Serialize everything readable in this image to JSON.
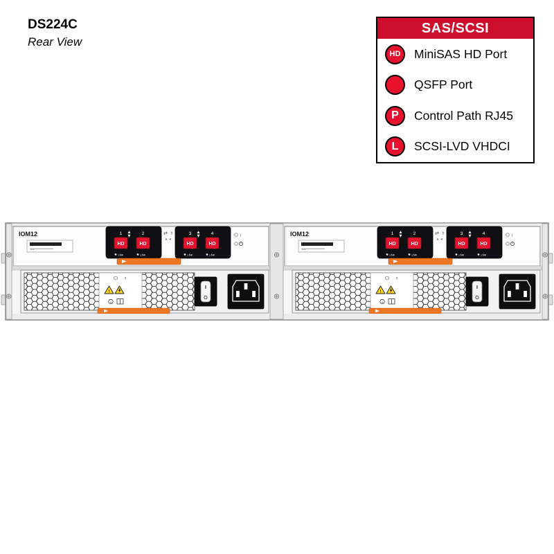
{
  "title": {
    "model": "DS224C",
    "view": "Rear View"
  },
  "legend": {
    "header": "SAS/SCSI",
    "items": [
      {
        "badge": "HD",
        "label": "MiniSAS HD Port"
      },
      {
        "badge": "",
        "label": "QSFP Port"
      },
      {
        "badge": "P",
        "label": "Control Path RJ45"
      },
      {
        "badge": "L",
        "label": "SCSI-LVD VHDCI"
      }
    ]
  },
  "shelf": {
    "iom": {
      "name": "IOM12",
      "serial": "S/N",
      "ports": [
        "1",
        "2",
        "3",
        "4"
      ],
      "port_badge": "HD",
      "lnk": "LNK"
    },
    "psu": {
      "switch_on": "I",
      "switch_off": "O"
    },
    "icons": {
      "attention": "!",
      "swap": "⇄"
    }
  },
  "colors": {
    "legend_red": "#ce0e2d",
    "port_red": "#e8112d",
    "handle_orange": "#ef7622",
    "warning_yellow": "#ffd21e"
  }
}
